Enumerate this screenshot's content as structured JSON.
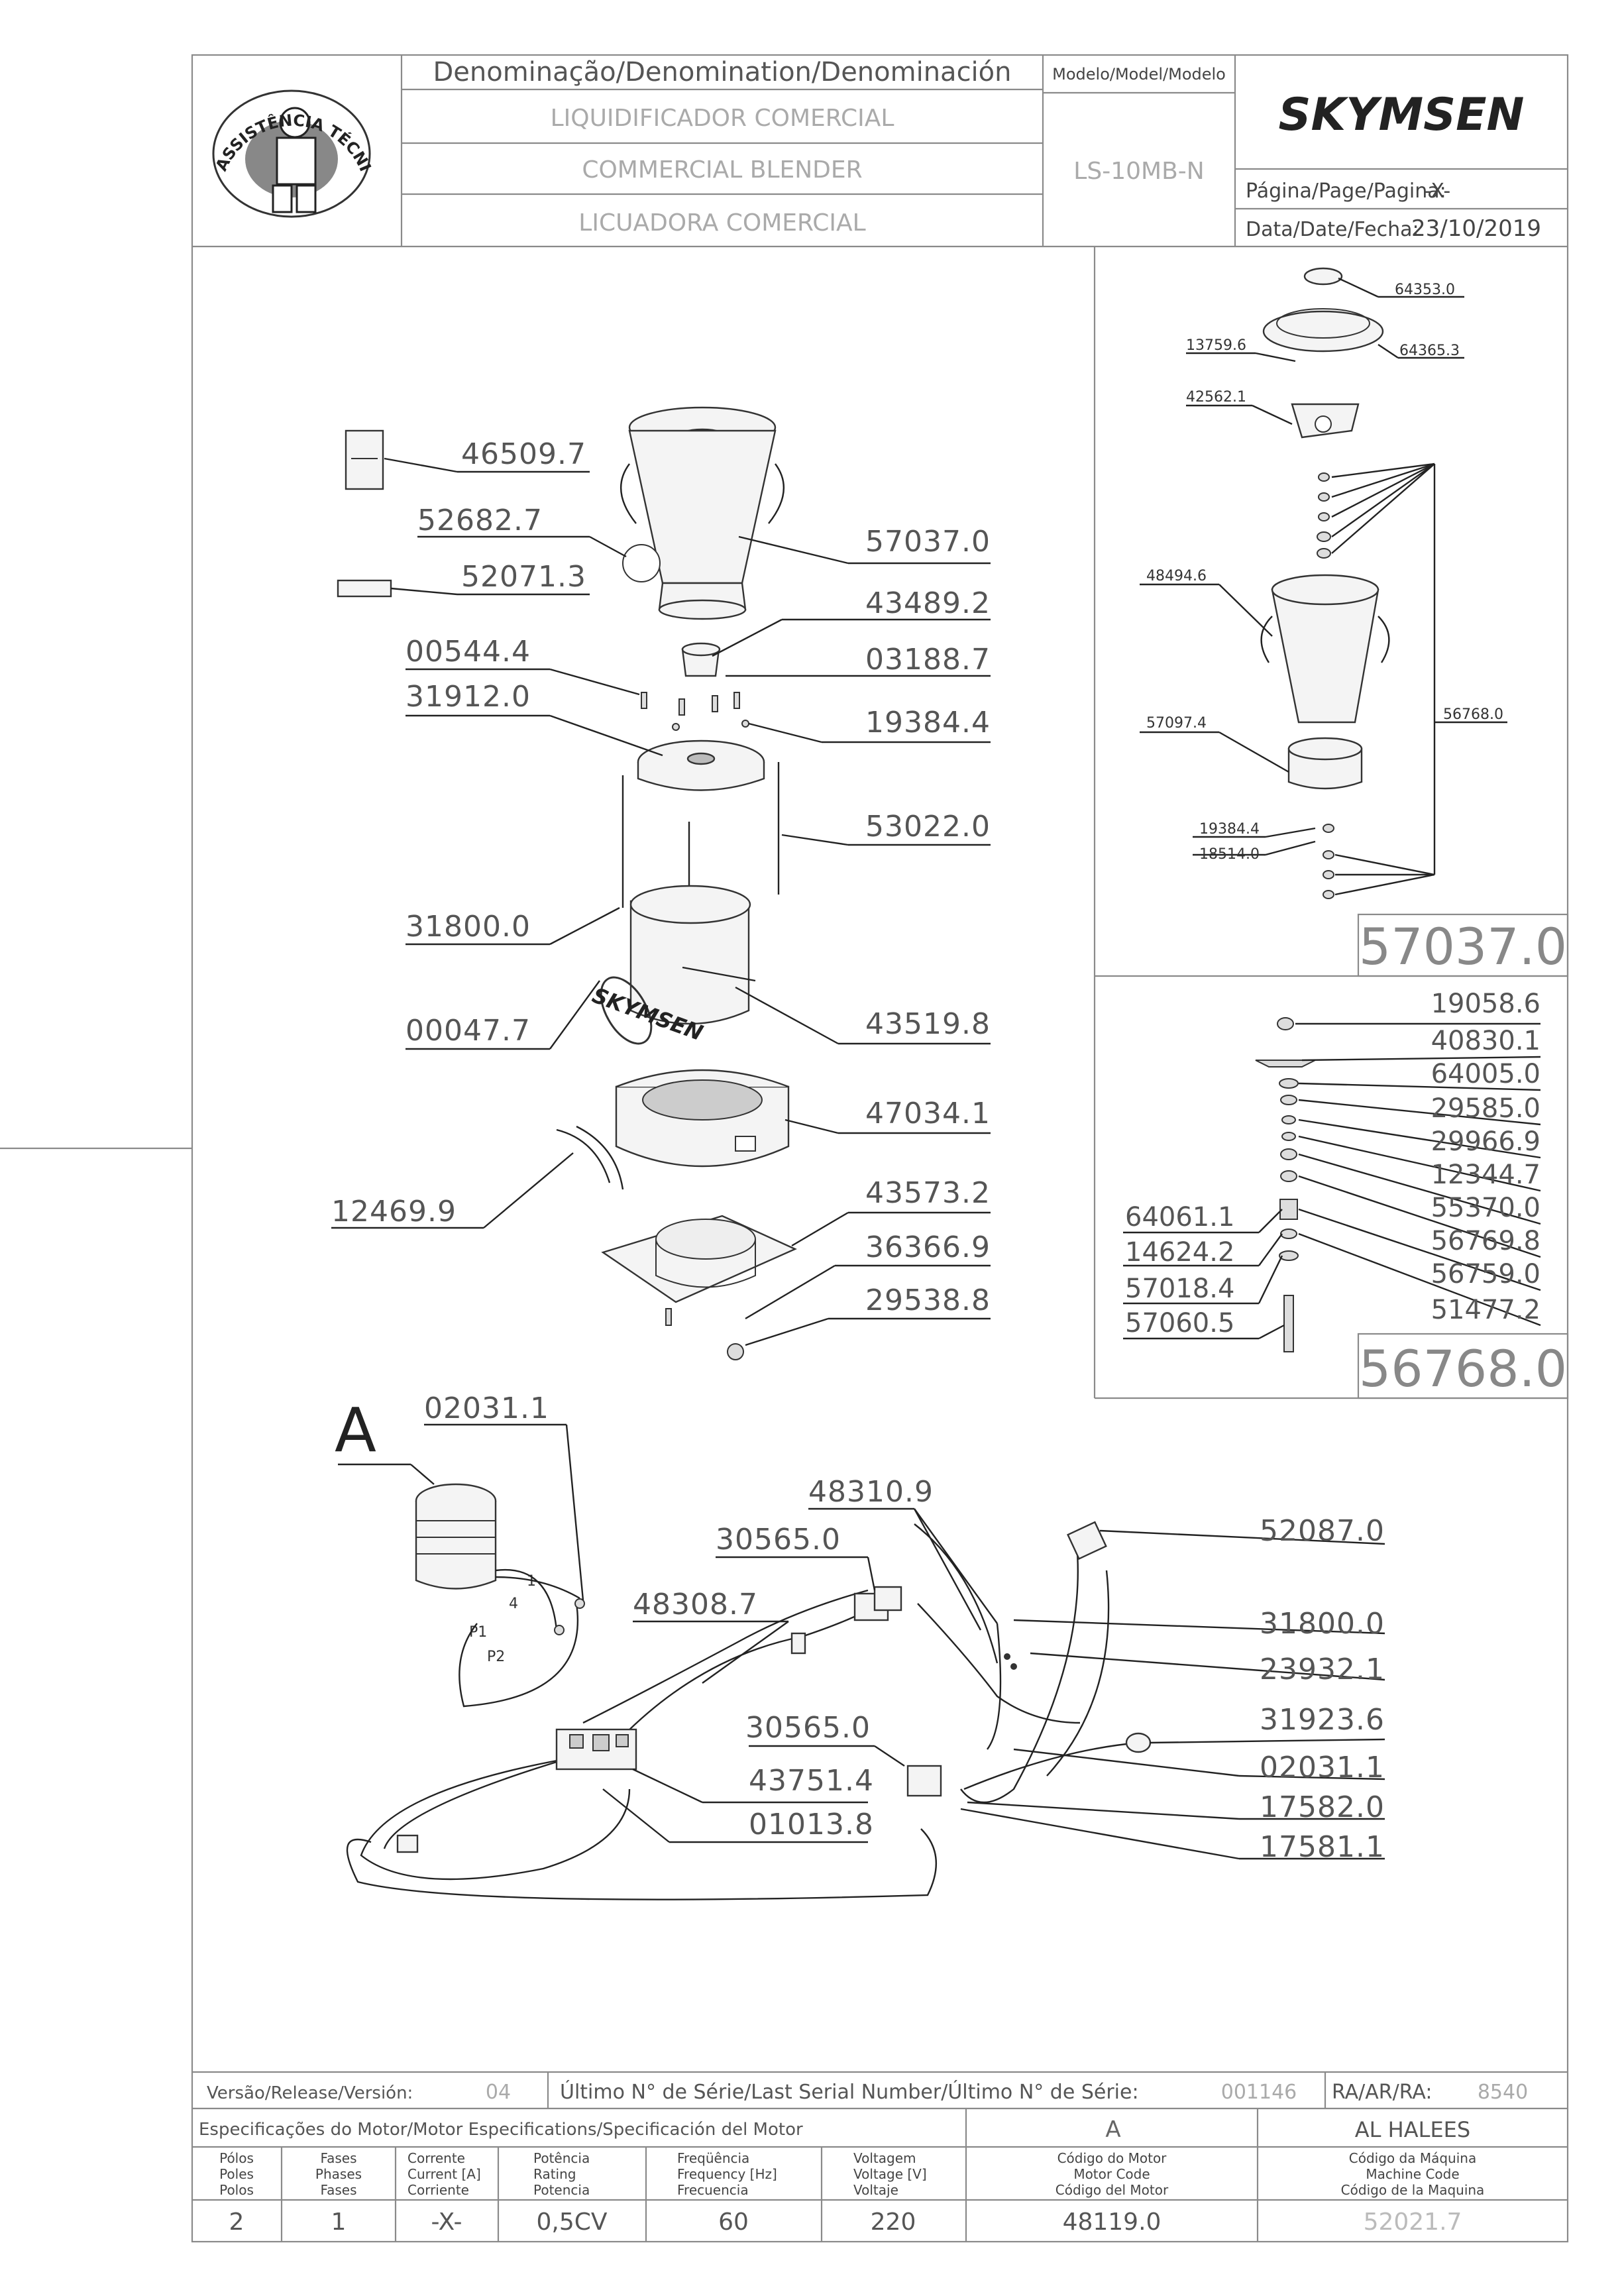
{
  "header": {
    "denomination_heading": "Denominação/Denomination/Denominación",
    "name_pt": "LIQUIDIFICADOR COMERCIAL",
    "name_en": "COMMERCIAL BLENDER",
    "name_es": "LICUADORA COMERCIAL",
    "model_heading": "Modelo/Model/Modelo",
    "model": "LS-10MB-N",
    "brand": "SKYMSEN",
    "page_label": "Página/Page/Pagina:",
    "page_value": "-X-",
    "date_label": "Data/Date/Fecha:",
    "date_value": "23/10/2019",
    "seal_text_top": "ASSISTÊNCIA TÉCNICA AUTORIZADA"
  },
  "main_parts": [
    "46509.7",
    "52682.7",
    "52071.3",
    "57037.0",
    "43489.2",
    "03188.7",
    "00544.4",
    "31912.0",
    "19384.4",
    "53022.0",
    "31800.0",
    "00047.7",
    "43519.8",
    "47034.1",
    "12469.9",
    "43573.2",
    "36366.9",
    "29538.8"
  ],
  "jar_detail": {
    "title": "57037.0",
    "parts": [
      "64353.0",
      "13759.6",
      "64365.3",
      "42562.1",
      "48494.6",
      "57097.4",
      "56768.0",
      "19384.4",
      "18514.0"
    ]
  },
  "blade_detail": {
    "title": "56768.0",
    "parts_right": [
      "19058.6",
      "40830.1",
      "64005.0",
      "29585.0",
      "29966.9",
      "12344.7",
      "55370.0",
      "56769.8",
      "56759.0",
      "51477.2"
    ],
    "parts_left": [
      "64061.1",
      "14624.2",
      "57018.4",
      "57060.5"
    ]
  },
  "wiring": {
    "section_label": "A",
    "parts": [
      "02031.1",
      "48310.9",
      "30565.0",
      "48308.7",
      "52087.0",
      "31800.0",
      "23932.1",
      "31923.6",
      "02031.1",
      "30565.0",
      "43751.4",
      "01013.8",
      "17582.0",
      "17581.1"
    ],
    "terminal_labels": [
      "1",
      "4",
      "P1",
      "P2"
    ]
  },
  "footer": {
    "release_label": "Versão/Release/Versión:",
    "release_value": "04",
    "serial_label": "Último N° de Série/Last Serial Number/Último N° de Série:",
    "serial_value": "001146",
    "ra_label": "RA/AR/RA:",
    "ra_value": "8540",
    "motor_spec_heading": "Especificações do Motor/Motor Especifications/Specificación del Motor",
    "motor_variant": "A",
    "machine_name": "AL HALEES",
    "columns": [
      {
        "header": [
          "Pólos",
          "Poles",
          "Polos"
        ],
        "value": "2"
      },
      {
        "header": [
          "Fases",
          "Phases",
          "Fases"
        ],
        "value": "1"
      },
      {
        "header": [
          "Corrente",
          "Current [A]",
          "Corriente"
        ],
        "value": "-X-"
      },
      {
        "header": [
          "Potência",
          "Rating",
          "Potencia"
        ],
        "value": "0,5CV"
      },
      {
        "header": [
          "Freqüência",
          "Frequency [Hz]",
          "Frecuencia"
        ],
        "value": "60"
      },
      {
        "header": [
          "Voltagem",
          "Voltage [V]",
          "Voltaje"
        ],
        "value": "220"
      },
      {
        "header": [
          "Código do Motor",
          "Motor Code",
          "Código del Motor"
        ],
        "value": "48119.0"
      },
      {
        "header": [
          "Código da Máquina",
          "Machine Code",
          "Código de la Maquina"
        ],
        "value": "52021.7"
      }
    ]
  }
}
